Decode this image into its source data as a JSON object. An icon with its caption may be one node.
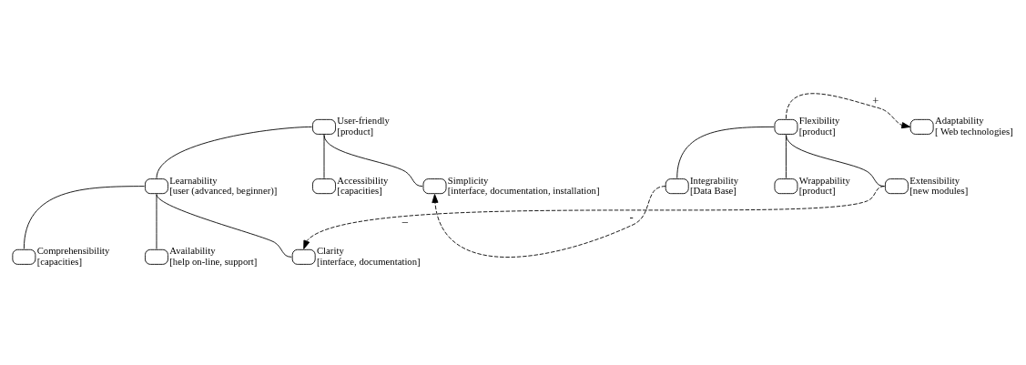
{
  "diagram": {
    "nodes": [
      {
        "text": [],
        "shape": "cloud",
        "beside": [
          "User-friendly [product]"
        ]
      },
      {
        "text": [],
        "shape": "cloud",
        "beside": [
          "Learnability [user (advanced, beginner)]"
        ]
      },
      {
        "text": [],
        "shape": "cloud",
        "beside": [
          "Accessibility [capacities]"
        ]
      },
      {
        "text": [],
        "shape": "cloud",
        "beside": [
          "Simplicity [interface, documentation, installation]"
        ]
      },
      {
        "text": [],
        "shape": "cloud",
        "beside": [
          "Comprehensibility [capacities]"
        ]
      },
      {
        "text": [],
        "shape": "cloud",
        "beside": [
          "Availability [help on-line, support]"
        ]
      },
      {
        "text": [],
        "shape": "cloud",
        "beside": [
          "Clarity [interface, documentation]"
        ]
      },
      {
        "text": [],
        "shape": "cloud",
        "beside": [
          "Flexibility [product]"
        ]
      },
      {
        "text": [],
        "shape": "cloud",
        "beside": [
          "Adaptability [ Web technologies]"
        ]
      },
      {
        "text": [],
        "shape": "cloud",
        "beside": [
          "Integrability [Data Base]"
        ]
      },
      {
        "text": [],
        "shape": "cloud",
        "beside": [
          "Wrappability [product]"
        ]
      },
      {
        "text": [],
        "shape": "cloud",
        "beside": [
          "Extensibility [new modules]"
        ]
      }
    ],
    "edges": [
      {
        "from": 0,
        "to": 1,
        "arrow": "none"
      },
      {
        "from": 0,
        "to": 2,
        "arrow": "none"
      },
      {
        "from": 0,
        "to": 3,
        "arrow": "none"
      },
      {
        "from": 1,
        "to": 4,
        "arrow": "none"
      },
      {
        "from": 1,
        "to": 5,
        "arrow": "none"
      },
      {
        "from": 1,
        "to": 6,
        "arrow": "none"
      },
      {
        "from": 7,
        "to": 9,
        "arrow": "none"
      },
      {
        "from": 7,
        "to": 10,
        "arrow": "none"
      },
      {
        "from": 7,
        "to": 11,
        "arrow": "none"
      },
      {
        "from": 7,
        "to": 8,
        "arrow": "to",
        "style": "dashed",
        "label": "+"
      },
      {
        "from": 9,
        "to": 3,
        "arrow": "to",
        "style": "dashed",
        "label": "-"
      },
      {
        "from": 11,
        "to": 6,
        "arrow": "to",
        "style": "dashed",
        "label": "–"
      }
    ]
  }
}
